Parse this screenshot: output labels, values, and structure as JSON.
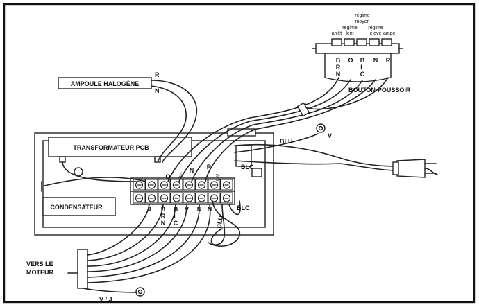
{
  "labels": {
    "ampoule": "AMPOULE HALOGÈNE",
    "transformateur": "TRANSFORMATEUR PCB",
    "condensateur": "CONDENSATEUR",
    "bouton": "BOUTON-POUSSOIR",
    "vers_le": "VERS LE",
    "moteur": "MOTEUR",
    "vj": "V / J",
    "blu_top": "BLU",
    "blu_loop": "BLU",
    "blc_right": "BLC",
    "blc_lower": "BLC",
    "v_ground": "V",
    "r_lamp": "R",
    "n_lamp": "N"
  },
  "switch": {
    "positions": [
      {
        "line1": "",
        "line2": "",
        "line3": "arrêt"
      },
      {
        "line1": "",
        "line2": "régime",
        "line3": "lent"
      },
      {
        "line1": "régime",
        "line2": "moyen",
        "line3": ""
      },
      {
        "line1": "",
        "line2": "régime",
        "line3": "élevé"
      },
      {
        "line1": "",
        "line2": "",
        "line3": "lampe"
      }
    ],
    "wire_codes": [
      {
        "l1": "B",
        "l2": "R",
        "l3": "N"
      },
      {
        "l1": "O",
        "l2": "",
        "l3": ""
      },
      {
        "l1": "B",
        "l2": "L",
        "l3": "C"
      },
      {
        "l1": "N",
        "l2": "",
        "l3": ""
      },
      {
        "l1": "R",
        "l2": "",
        "l3": ""
      }
    ]
  },
  "terminal_top": {
    "o": "O",
    "n": "N",
    "r": "R",
    "blu_small": "BLU",
    "blc_small": "BLC"
  },
  "terminal_bottom": {
    "j": "J",
    "brn": {
      "l1": "B",
      "l2": "R",
      "l3": "N"
    },
    "blc": {
      "l1": "B",
      "l2": "L",
      "l3": "C"
    },
    "v": "V",
    "n1": "N",
    "n2": "N"
  }
}
